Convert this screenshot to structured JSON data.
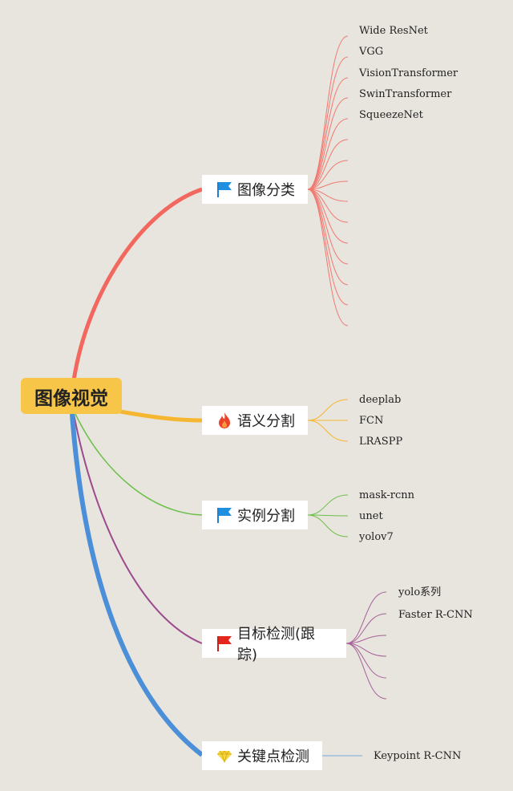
{
  "root": {
    "label": "图像视觉",
    "color": "#f7c548"
  },
  "branches": [
    {
      "label": "图像分类",
      "icon": "blue-flag-icon",
      "color": "#f2685e",
      "leaves": [
        "Wide ResNet",
        "VGG",
        "VisionTransformer",
        "SwinTransformer",
        "SqueezeNet"
      ]
    },
    {
      "label": "语义分割",
      "icon": "fire-icon",
      "color": "#f5b731",
      "leaves": [
        "deeplab",
        "FCN",
        "LRASPP"
      ]
    },
    {
      "label": "实例分割",
      "icon": "blue-flag-icon",
      "color": "#6cc04a",
      "leaves": [
        "mask-rcnn",
        "unet",
        "yolov7"
      ]
    },
    {
      "label": "目标检测(跟踪)",
      "icon": "red-flag-icon",
      "color": "#9c4b8e",
      "leaves": [
        "yolo系列",
        "Faster R-CNN"
      ]
    },
    {
      "label": "关键点检测",
      "icon": "diamond-icon",
      "color": "#4a8fd8",
      "leaves": [
        "Keypoint R-CNN"
      ]
    }
  ]
}
